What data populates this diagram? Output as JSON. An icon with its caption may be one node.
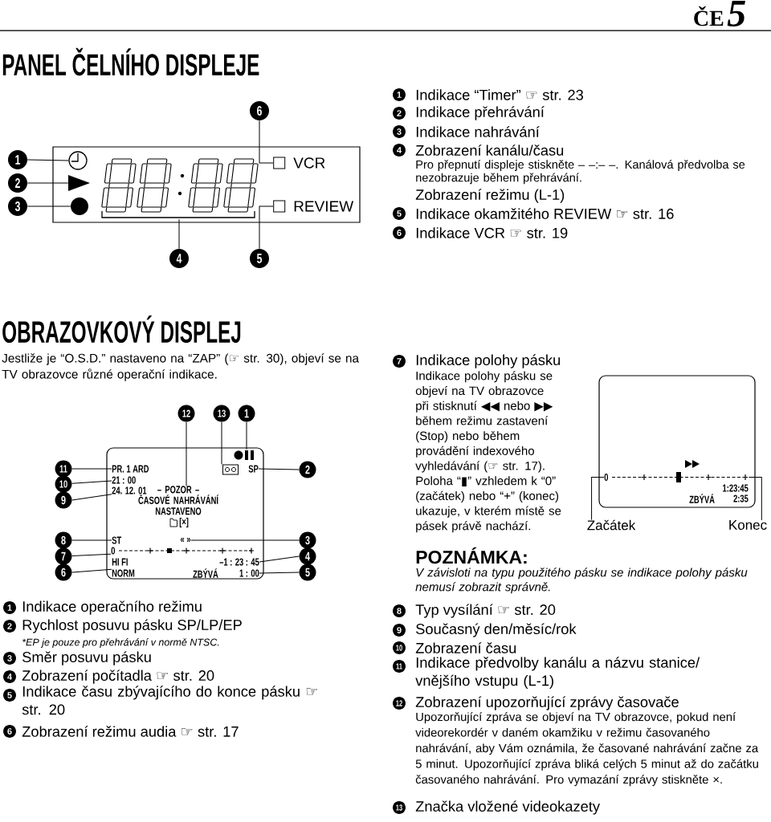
{
  "diagram": {
    "nodes": [
      {
        "text": [],
        "shape": "box"
      },
      {
        "text": [
          "1"
        ]
      },
      {
        "text": [
          "2"
        ]
      },
      {
        "text": [
          "3"
        ]
      },
      {
        "text": [],
        "shape": "clock",
        "in": 0
      },
      {
        "text": [],
        "shape": "triangle",
        "in": 0
      },
      {
        "text": [],
        "shape": "circle",
        "in": 0
      },
      {
        "text": [],
        "shape": "digits",
        "in": 0
      },
      {
        "text": [
          "VCR"
        ],
        "in": 0
      },
      {
        "text": [
          "REVIEW"
        ],
        "in": 0
      },
      {
        "text": [
          "6"
        ]
      },
      {
        "text": [
          "4"
        ]
      },
      {
        "text": [
          "5"
        ]
      },
      {
        "text": [],
        "shape": "box"
      },
      {
        "text": [
          "12"
        ]
      },
      {
        "text": [
          "13"
        ]
      },
      {
        "text": [
          "1"
        ]
      },
      {
        "text": [
          "11"
        ]
      },
      {
        "text": [
          "10"
        ]
      },
      {
        "text": [
          "9"
        ]
      },
      {
        "text": [
          "8"
        ]
      },
      {
        "text": [
          "7"
        ]
      },
      {
        "text": [
          "6"
        ]
      },
      {
        "text": [
          "2"
        ]
      },
      {
        "text": [
          "3"
        ]
      },
      {
        "text": [
          "4"
        ]
      },
      {
        "text": [
          "5"
        ]
      },
      {
        "text": [],
        "shape": "symbol",
        "in": 13
      },
      {
        "text": [],
        "shape": "cassette",
        "in": 13
      },
      {
        "text": [
          "SP"
        ],
        "in": 13
      },
      {
        "text": [
          "PR. 1 ARD"
        ],
        "in": 13
      },
      {
        "text": [
          "21 : 00"
        ],
        "in": 13
      },
      {
        "text": [
          "24. 12. 01"
        ],
        "in": 13
      },
      {
        "text": [
          "– POZOR –",
          "ČASOVÉ NAHRÁVÁNÍ NASTAVENO"
        ],
        "in": 13
      },
      {
        "text": [
          "ST"
        ],
        "in": 13
      },
      {
        "text": [
          "« »"
        ],
        "in": 13
      },
      {
        "text": [
          "0"
        ],
        "in": 13
      },
      {
        "text": [
          "–1 : 23 : 45"
        ],
        "in": 13
      },
      {
        "text": [
          "NORM"
        ],
        "in": 13
      },
      {
        "text": [
          "1 : 00"
        ],
        "in": 13
      },
      {
        "text": [],
        "shape": "box"
      },
      {
        "text": [
          "0"
        ],
        "in": 40
      },
      {
        "text": [
          "Začátek"
        ]
      },
      {
        "text": [
          "Konec"
        ]
      }
    ],
    "edges": [
      {
        "from": 1,
        "to": 4,
        "arrow": "none"
      },
      {
        "from": 2,
        "to": 5,
        "arrow": "none"
      },
      {
        "from": 3,
        "to": 6,
        "arrow": "none"
      },
      {
        "from": 11,
        "to": 7,
        "arrow": "none"
      },
      {
        "from": 12,
        "to": 9,
        "arrow": "none"
      },
      {
        "from": 10,
        "to": 8,
        "arrow": "none"
      },
      {
        "from": 14,
        "to": 33,
        "arrow": "none"
      },
      {
        "from": 15,
        "to": 28,
        "arrow": "none"
      },
      {
        "from": 16,
        "to": 27,
        "arrow": "none"
      },
      {
        "from": 17,
        "to": 30,
        "arrow": "none"
      },
      {
        "from": 18,
        "to": 31,
        "arrow": "none"
      },
      {
        "from": 19,
        "to": 32,
        "arrow": "none"
      },
      {
        "from": 20,
        "to": 34,
        "arrow": "none"
      },
      {
        "from": 21,
        "to": 36,
        "arrow": "none"
      },
      {
        "from": 22,
        "to": 38,
        "arrow": "none"
      },
      {
        "from": 23,
        "to": 29,
        "arrow": "none"
      },
      {
        "from": 24,
        "to": 35,
        "arrow": "none"
      },
      {
        "from": 25,
        "to": 37,
        "arrow": "none"
      },
      {
        "from": 26,
        "to": 39,
        "arrow": "none"
      },
      {
        "from": 42,
        "to": 41,
        "arrow": "none"
      },
      {
        "from": 43,
        "to": 41,
        "arrow": "none"
      }
    ],
    "labels": [
      "ČE",
      "5",
      "PANEL ČELNÍHO DISPLEJE",
      "1",
      "Indikace “Timer” ☞ str. 23",
      "2",
      "Indikace přehrávání",
      "3",
      "Indikace nahrávání",
      "4",
      "Zobrazení kanálu/času",
      "Pro přepnutí displeje stiskněte – –:– –. Kanálová předvolba se nezobrazuje během přehrávání.",
      "Zobrazení režimu (L-1)",
      "5",
      "Indikace okamžitého REVIEW ☞ str. 16",
      "6",
      "Indikace VCR ☞ str. 19",
      "OBRAZOVKOVÝ DISPLEJ",
      "Jestliže je “O.S.D.” nastaveno na “ZAP” (☞ str. 30), objeví se na TV obrazovce různé operační indikace.",
      "[×]",
      "HI FI",
      "ZBÝVÁ",
      "1",
      "Indikace operačního režimu",
      "2",
      "Rychlost posuvu pásku SP/LP/EP",
      "*EP je pouze pro přehrávání v normě NTSC.",
      "3",
      "Směr posuvu pásku",
      "4",
      "Zobrazení počítadla ☞ str. 20",
      "5",
      "Indikace času zbývajícího do konce pásku ☞ str. 20",
      "6",
      "Zobrazení režimu audia ☞ str. 17",
      "7",
      "Indikace polohy pásku",
      "Indikace polohy pásku se objeví na TV obrazovce při stisknutí ◀◀ nebo ▶▶ během režimu zastavení (Stop) nebo během provádění indexového vyhledávání (☞ str. 17). Poloha “▮” vzhledem k “0” (začátek) nebo “+” (konec) ukazuje, v kterém místě se pásek právě nachází.",
      "1:23:45",
      "ZBÝVÁ",
      "2:35",
      "POZNÁMKA:",
      "V závisloti na typu použitého pásku se indikace polohy pásku nemusí zobrazit správně.",
      "8",
      "Typ vysílání ☞ str. 20",
      "9",
      "Současný den/měsíc/rok",
      "10",
      "Zobrazení času",
      "11",
      "Indikace předvolby kanálu a názvu stanice/ vnějšího vstupu (L-1)",
      "12",
      "Zobrazení upozorňující zprávy časovače",
      "Upozorňující zpráva se objeví na TV obrazovce, pokud není videorekordér v daném okamžiku v režimu časovaného nahrávání, aby Vám oznámila, že časované nahrávání začne za 5 minut. Upozorňující zpráva bliká celých 5 minut až do začátku časovaného nahrávání. Pro vymazání zprávy stiskněte ×.",
      "13",
      "Značka vložené videokazety"
    ]
  }
}
